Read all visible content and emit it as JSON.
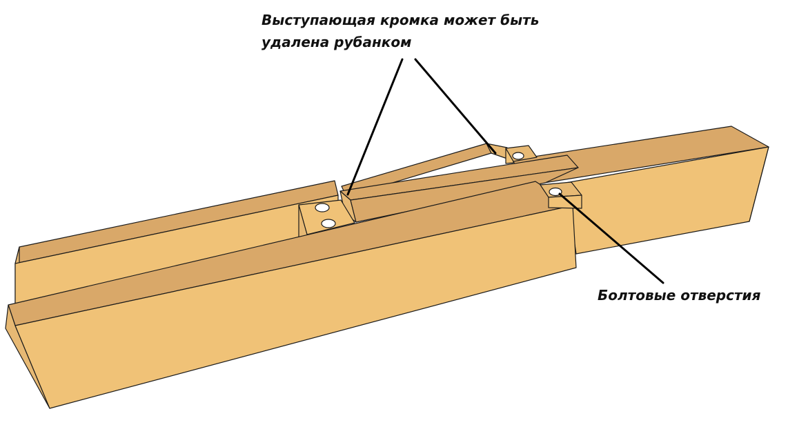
{
  "labels": {
    "protruding_edge_line1": "Выступающая кромка может быть",
    "protruding_edge_line2": "удалена рубанком",
    "bolt_holes": "Болтовые отверстия"
  },
  "colors": {
    "wood_face": "#f0c277",
    "wood_top": "#d9a869",
    "wood_end": "#e7b974",
    "wood_shadow": "#cf9e5f",
    "outline": "#1a1a1a",
    "hole": "#ffffff",
    "leader_line": "#000000"
  }
}
